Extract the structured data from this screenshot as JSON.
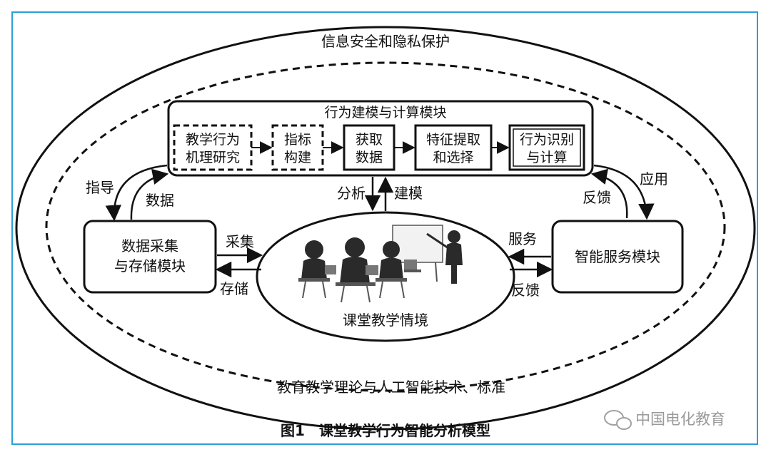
{
  "outer_label": "信息安全和隐私保护",
  "bottom_label": "教育教学理论与人工智能技术、标准",
  "top_module": {
    "title": "行为建模与计算模块",
    "steps": [
      {
        "line1": "教学行为",
        "line2": "机理研究",
        "dashed": true
      },
      {
        "line1": "指标",
        "line2": "构建",
        "dashed": true
      },
      {
        "line1": "获取",
        "line2": "数据",
        "dashed": false
      },
      {
        "line1": "特征提取",
        "line2": "和选择",
        "dashed": false
      },
      {
        "line1": "行为识别",
        "line2": "与计算",
        "dashed": false
      }
    ]
  },
  "left_module": {
    "line1": "数据采集",
    "line2": "与存储模块"
  },
  "right_module": {
    "title": "智能服务模块"
  },
  "center": {
    "title": "课堂教学情境"
  },
  "arrows": {
    "guide": "指导",
    "data": "数据",
    "analyze": "分析",
    "model": "建模",
    "apply": "应用",
    "feedback_top": "反馈",
    "collect": "采集",
    "store": "存储",
    "service": "服务",
    "feedback_bottom": "反馈"
  },
  "caption": "图1　课堂教学行为智能分析模型",
  "watermark": "中国电化教育"
}
